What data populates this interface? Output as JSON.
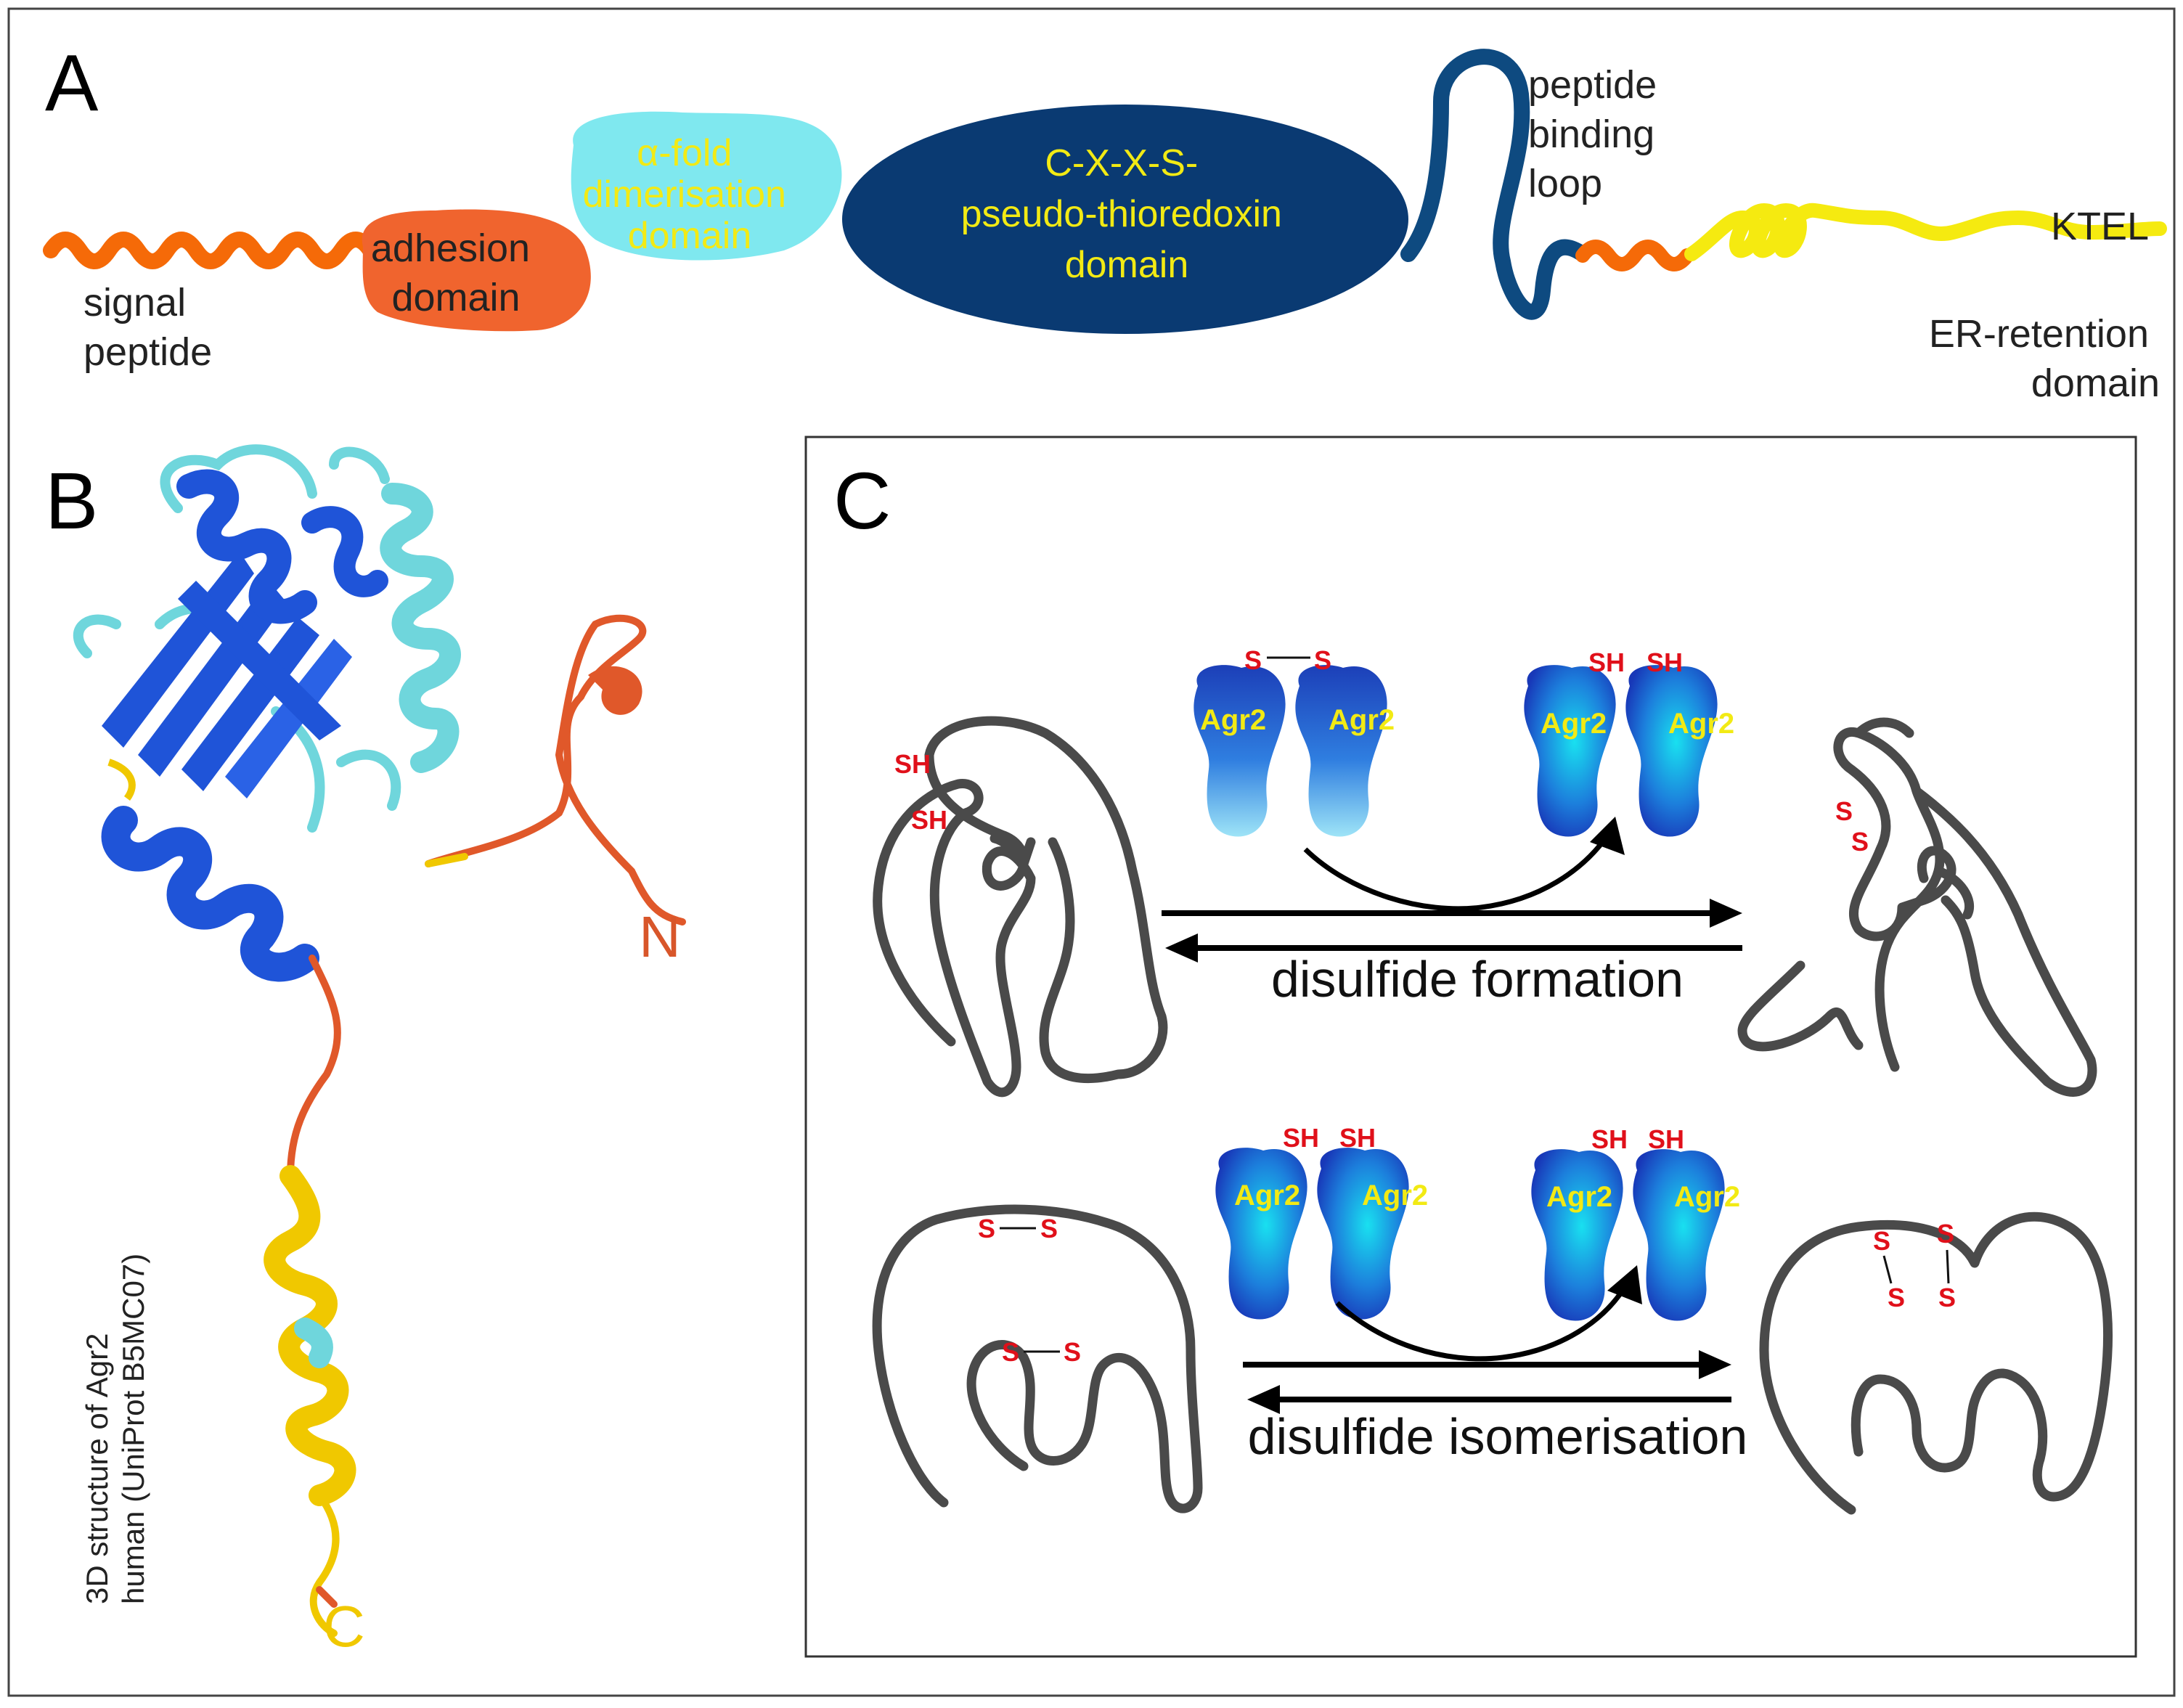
{
  "panel_a": {
    "letter": "A",
    "signal_peptide": [
      "signal",
      "peptide"
    ],
    "adhesion_domain": [
      "adhesion",
      "domain"
    ],
    "dimerisation_domain": [
      "α-fold",
      "dimerisation",
      "domain"
    ],
    "thioredoxin_domain": [
      "C-X-X-S-",
      "pseudo-thioredoxin",
      "domain"
    ],
    "binding_loop": [
      "peptide",
      "binding",
      "loop"
    ],
    "ktel": "KTEL",
    "er_retention": [
      "ER-retention",
      "domain"
    ]
  },
  "panel_b": {
    "letter": "B",
    "n_terminus": "N",
    "c_terminus": "C",
    "caption": [
      "3D structure of Agr2",
      "human (UniProt B5MC07)"
    ]
  },
  "panel_c": {
    "letter": "C",
    "sulfhydryl": "SH",
    "sulfur": "S",
    "agr2": "Agr2",
    "formation_label": "disulfide formation",
    "isomerisation_label": "disulfide isomerisation"
  },
  "colors": {
    "signal": "#f56a08",
    "adhesion": "#f0642e",
    "dimerisation": "#7fe8ef",
    "thioredoxin": "#0a3a72",
    "loop": "#0e4a80",
    "retention": "#f5ea10",
    "domain_text": "#f2ea14",
    "helix_blue": "#1f54d8",
    "helix_cyan": "#6fd6dc",
    "helix_orange": "#e0582a",
    "helix_yellow": "#f0c800",
    "sulfur_red": "#e0101a",
    "protein_grey": "#4a4a4a"
  }
}
